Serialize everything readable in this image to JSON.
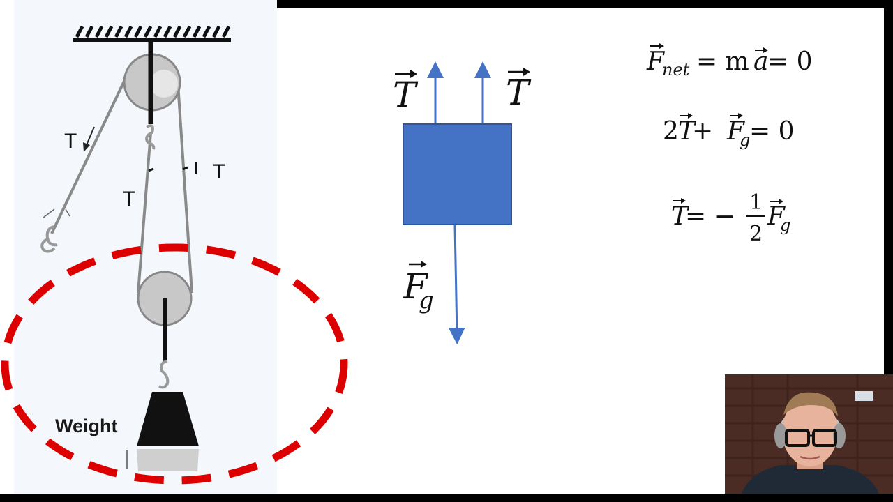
{
  "pulley_diagram": {
    "tension_labels": [
      "T",
      "T",
      "T"
    ],
    "weight_label": "Weight"
  },
  "free_body_diagram": {
    "tension_left": "T",
    "tension_right": "T",
    "gravity_letter": "F",
    "gravity_subscript": "g",
    "block_color": "#4472C4",
    "arrow_color": "#4472C4"
  },
  "equations": {
    "line1": {
      "f": "F",
      "f_sub": "net",
      "rest": " = m",
      "a": "a",
      "tail": " = 0"
    },
    "line2": {
      "coef": "2",
      "t": "T",
      "plus": " + ",
      "f": "F",
      "f_sub": "g",
      "tail": " = 0"
    },
    "line3": {
      "t": "T",
      "eq": " = −",
      "numerator": "1",
      "denominator": "2",
      "f": "F",
      "f_sub": "g"
    }
  },
  "highlight": {
    "color": "#DD0000"
  }
}
